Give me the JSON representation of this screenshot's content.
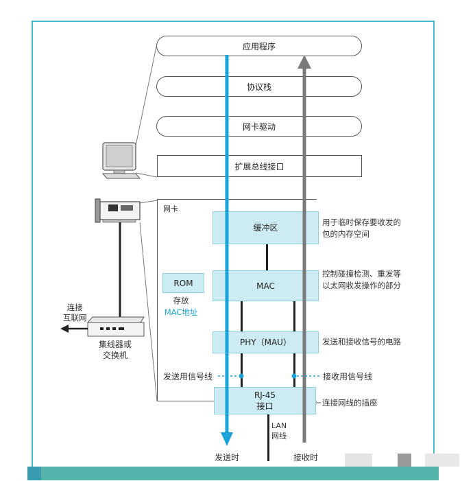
{
  "stack": {
    "app": "应用程序",
    "protocol": "协议栈",
    "driver": "网卡驱动",
    "bus": "扩展总线接口"
  },
  "nic": {
    "label": "网卡",
    "buffer": "缓冲区",
    "buffer_note_1": "用于临时保存要收发的",
    "buffer_note_2": "包的内存空间",
    "mac": "MAC",
    "mac_note_1": "控制碰撞检测、重发等",
    "mac_note_2": "以太网收发操作的部分",
    "rom": "ROM",
    "rom_note_1": "存放",
    "rom_note_2": "MAC地址",
    "phy": "PHY（MAU）",
    "phy_note": "发送和接收信号的电路",
    "tx_line": "发送用信号线",
    "rx_line": "接收用信号线",
    "rj45_1": "RJ-45",
    "rj45_2": "接口",
    "rj45_note": "连接网线的插座"
  },
  "lan": {
    "line1": "LAN",
    "line2": "网线"
  },
  "send": "发送时",
  "receive": "接收时",
  "hub": {
    "line1": "集线器或",
    "line2": "交换机"
  },
  "internet": {
    "line1": "连接",
    "line2": "互联网"
  },
  "colors": {
    "send_arrow": "#1aa3d9",
    "receive_arrow": "#7a7a7a",
    "frame": "#4bb9c9",
    "box_fill": "#cdebf2",
    "accent_text": "#1aa3d9"
  }
}
